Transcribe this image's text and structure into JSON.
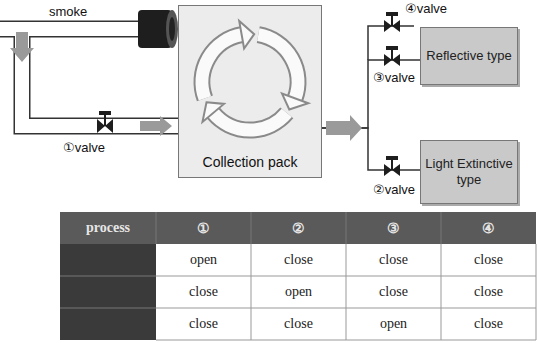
{
  "diagram": {
    "nodes": [
      {
        "text": [
          "Collection pack"
        ]
      },
      {
        "text": [
          "Reflective type"
        ]
      },
      {
        "text": [
          "Light Extinctive type"
        ]
      }
    ],
    "edges": [
      {
        "from": 0,
        "to": 1,
        "arrow": "none"
      },
      {
        "from": 0,
        "to": 2,
        "arrow": "none"
      }
    ],
    "labels": [
      "smoke",
      "①valve",
      "④valve",
      "③valve",
      "②valve",
      "process",
      "①",
      "②",
      "③",
      "④",
      "open",
      "close",
      "close",
      "close",
      "close",
      "open",
      "close",
      "close",
      "close",
      "close",
      "open",
      "close"
    ]
  }
}
